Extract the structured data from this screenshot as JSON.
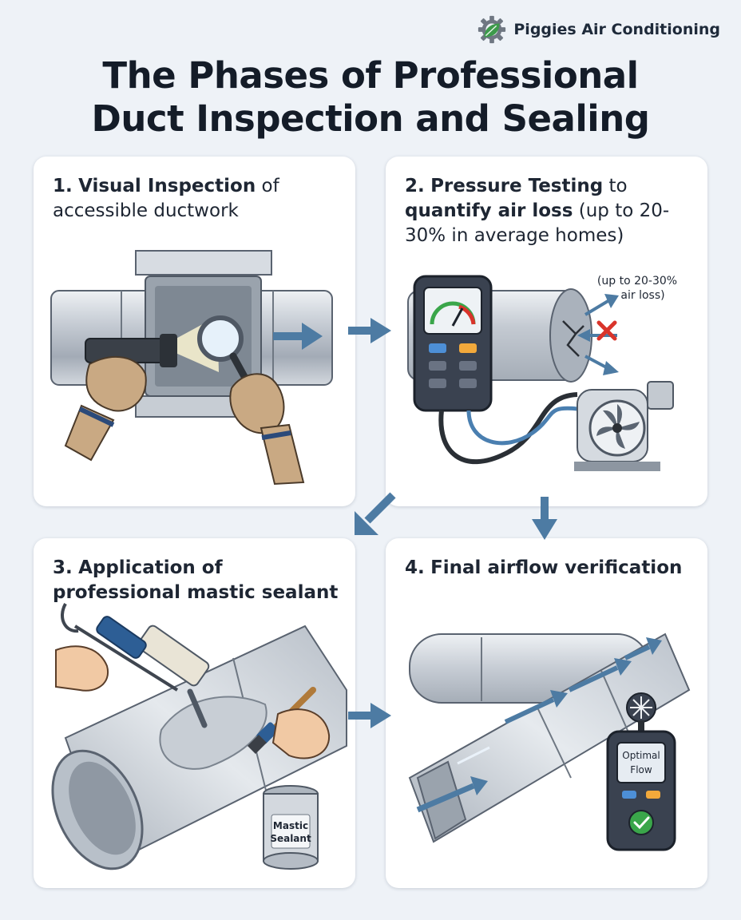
{
  "brand": {
    "name": "Piggies Air Conditioning",
    "icon": "gear-leaf-logo"
  },
  "title": {
    "line1": "The Phases of Professional",
    "line2": "Duct Inspection and Sealing"
  },
  "phases": [
    {
      "num": "1.",
      "bold": "Visual Inspection",
      "rest": " of accessible ductwork"
    },
    {
      "num": "2.",
      "bold1": "Pressure Testing",
      "mid": " to ",
      "bold2": "quantify air loss",
      "rest": " (up to 20-30% in average homes)",
      "annotation_line1": "(up to 20-30%",
      "annotation_line2": "air loss)"
    },
    {
      "num": "3.",
      "bold": "Application of professional mastic sealant",
      "can_line1": "Mastic",
      "can_line2": "Sealant"
    },
    {
      "num": "4.",
      "bold": "Final airflow verification",
      "meter_line1": "Optimal",
      "meter_line2": "Flow"
    }
  ],
  "colors": {
    "accent_arrow": "#4d7ba3",
    "card_bg": "#ffffff",
    "page_bg": "#eef2f7",
    "leak_x": "#d9342b",
    "check": "#3aa64a"
  }
}
